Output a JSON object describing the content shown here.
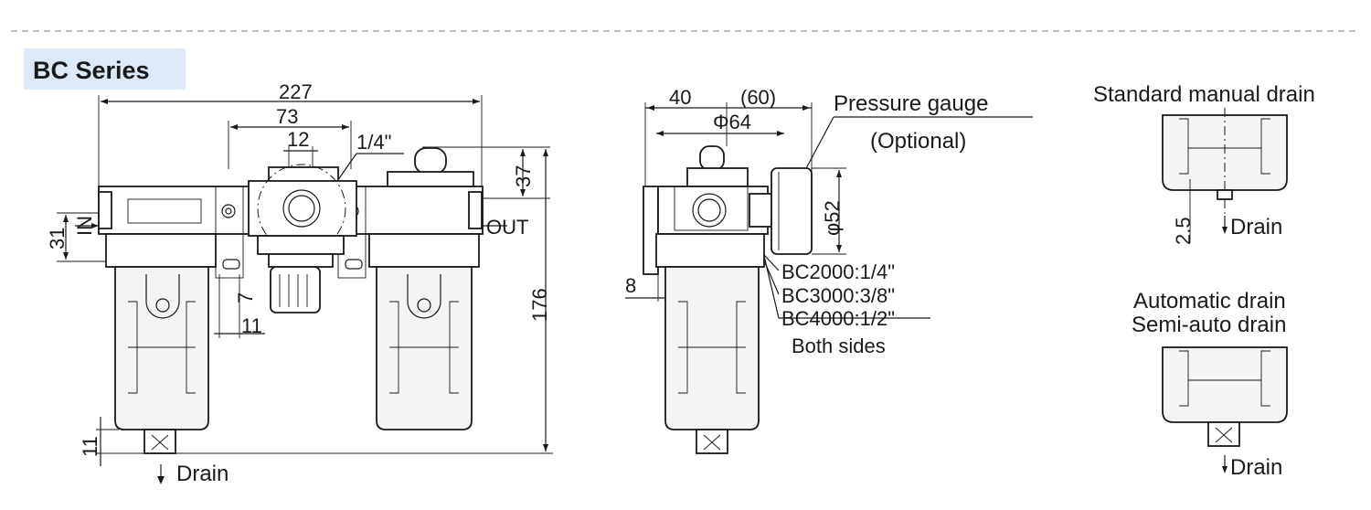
{
  "title": "BC Series",
  "colors": {
    "title_bg": "#dce9f7",
    "line": "#1a1a1a",
    "divider": "#aaaaaa"
  },
  "front_view": {
    "dims": {
      "overall_width": "227",
      "regulator_span": "73",
      "knob_width": "12",
      "port_size": "1/4\"",
      "top_height": "37",
      "port_height": "31",
      "overall_height": "176",
      "bracket_height": "7",
      "bracket_width": "11",
      "drain_height": "11"
    },
    "labels": {
      "inlet": "IN",
      "outlet": "OUT",
      "drain": "Drain"
    }
  },
  "side_view": {
    "dims": {
      "depth_front": "40",
      "depth_rear": "(60)",
      "gauge_face": "Φ64",
      "gauge_dia": "φ52",
      "bracket_offset": "8"
    },
    "gauge_label_1": "Pressure gauge",
    "gauge_label_2": "(Optional)",
    "thread_specs": [
      "BC2000:1/4\"",
      "BC3000:3/8\"",
      "BC4000:1/2\""
    ],
    "thread_note": "Both sides"
  },
  "drain_details": {
    "manual": {
      "title": "Standard manual drain",
      "dim": "2.5",
      "drain": "Drain"
    },
    "auto": {
      "title_1": "Automatic drain",
      "title_2": "Semi-auto drain",
      "drain": "Drain"
    }
  }
}
